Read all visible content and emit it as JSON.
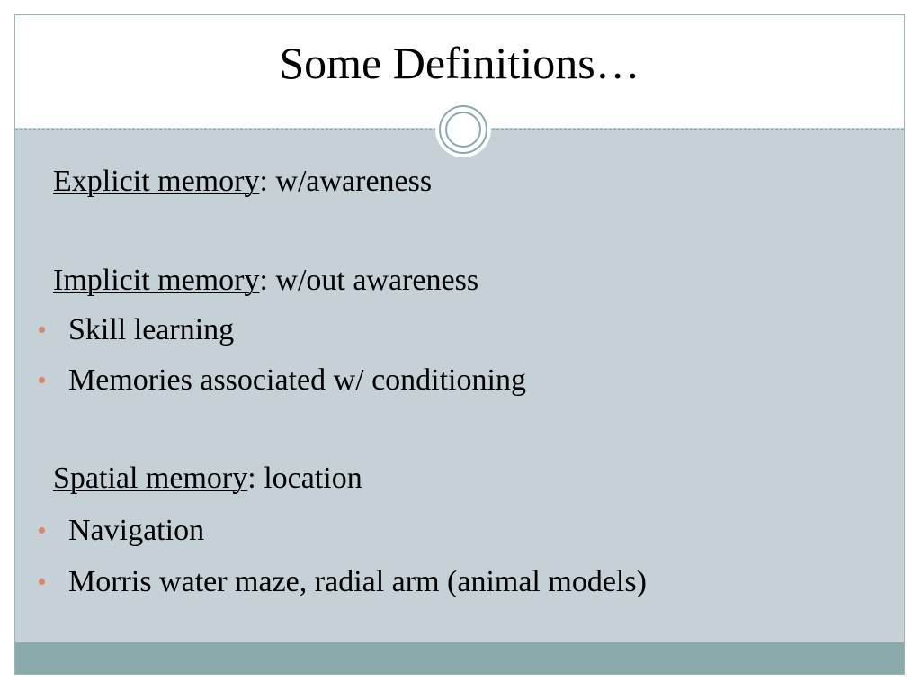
{
  "slide": {
    "title": "Some Definitions…",
    "colors": {
      "content_background": "#c5d1d7",
      "accent": "#8aa9ac",
      "footer": "#8aaaab",
      "bullet": "#d9856a"
    },
    "sections": [
      {
        "term": "Explicit memory",
        "definition": ":  w/awareness",
        "bullets": []
      },
      {
        "term": "Implicit memory",
        "definition": ":  w/out awareness",
        "bullets": [
          "Skill learning",
          "Memories associated w/ conditioning"
        ]
      },
      {
        "term": "Spatial memory",
        "definition": ":  location",
        "bullets": [
          "Navigation",
          "Morris water maze, radial arm (animal models)"
        ]
      }
    ]
  }
}
